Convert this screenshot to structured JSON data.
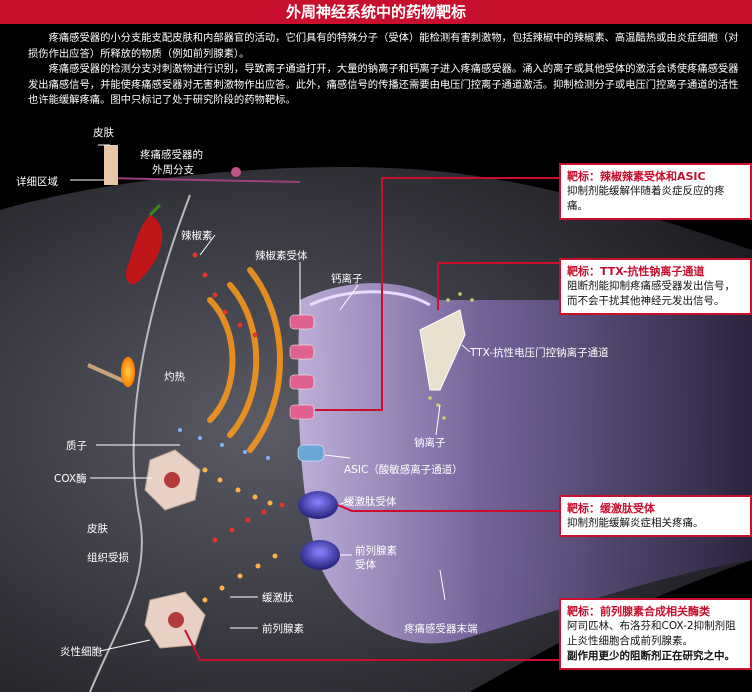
{
  "title": "外周神经系统中的药物靶标",
  "intro": [
    "疼痛感受器的小分支能支配皮肤和内部器官的活动，它们具有的特殊分子（受体）能检测有害刺激物，包括辣椒中的辣椒素、高温酷热或由炎症细胞（对损伤作出应答）所释放的物质（例如前列腺素）。",
    "疼痛感受器的检测分支对刺激物进行识别，导致离子通道打开，大量的钠离子和钙离子进入疼痛感受器。涌入的离子或其他受体的激活会诱使疼痛感受器发出痛感信号，并能使疼痛感受器对无害刺激物作出应答。此外，痛感信号的传播还需要由电压门控离子通道激活。抑制检测分子或电压门控离子通道的活性也许能缓解疼痛。图中只标记了处于研究阶段的药物靶标。"
  ],
  "labels": {
    "skin_top": "皮肤",
    "branch_line1": "疼痛感受器的",
    "branch_line2": "外周分支",
    "detail_area": "详细区域",
    "capsaicin": "辣椒素",
    "capsaicin_receptor": "辣椒素受体",
    "calcium_ion": "钙离子",
    "heat": "灼热",
    "proton": "质子",
    "cox": "COX酶",
    "skin": "皮肤",
    "tissue_damage": "组织受损",
    "inflamm_cell": "炎性细胞",
    "bradykinin": "缓激肽",
    "prostaglandin": "前列腺素",
    "asic": "ASIC（酸敏感离子通道）",
    "bk_receptor": "缓激肽受体",
    "pg_receptor_line1": "前列腺素",
    "pg_receptor_line2": "受体",
    "ttx_channel": "TTX-抗性电压门控钠离子通道",
    "sodium_ion": "钠离子",
    "nociceptor_terminal": "疼痛感受器末端"
  },
  "targets": [
    {
      "title": "靶标：辣椒辣素受体和ASIC",
      "body": "抑制剂能缓解伴随着炎症反应的疼痛。"
    },
    {
      "title": "靶标：TTX-抗性钠离子通道",
      "body": "阻断剂能抑制疼痛感受器发出信号，而不会干扰其他神经元发出信号。"
    },
    {
      "title": "靶标：缓激肽受体",
      "body": "抑制剂能缓解炎症相关疼痛。"
    },
    {
      "title": "靶标：前列腺素合成相关酶类",
      "body": "阿司匹林、布洛芬和COX-2抑制剂阻止炎性细胞合成前列腺素。",
      "note": "副作用更少的阻断剂正在研究之中。"
    }
  ],
  "colors": {
    "accent": "#c8102e",
    "background": "#000000",
    "terminal": "#6b5a8e",
    "heat": "#ff9a1a"
  }
}
